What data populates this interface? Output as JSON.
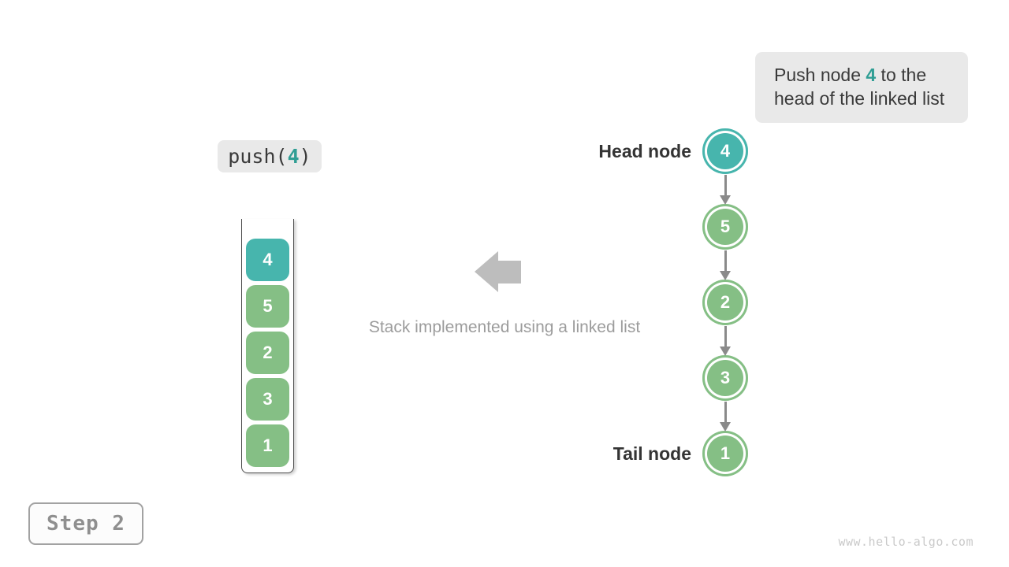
{
  "colors": {
    "teal": "#47b5ad",
    "green": "#85bf85",
    "teal-text": "#2f9e94",
    "arrow": "#8a8a8a",
    "big-arrow": "#bdbdbd",
    "chip-bg": "#e9e9e9",
    "dark-text": "#3a3a3a",
    "muted-text": "#9c9c9c"
  },
  "note": {
    "line1_pre": "Push node ",
    "line1_num": "4",
    "line1_post": " to the",
    "line2": "head of the linked list"
  },
  "code": {
    "pre": "push(",
    "num": "4",
    "post": ")"
  },
  "stack": {
    "items": [
      {
        "value": "4",
        "variant": "teal"
      },
      {
        "value": "5",
        "variant": "green"
      },
      {
        "value": "2",
        "variant": "green"
      },
      {
        "value": "3",
        "variant": "green"
      },
      {
        "value": "1",
        "variant": "green"
      }
    ]
  },
  "caption": "Stack implemented using a linked list",
  "linked_list": {
    "head_label": "Head node",
    "tail_label": "Tail node",
    "nodes": [
      {
        "value": "4",
        "variant": "teal"
      },
      {
        "value": "5",
        "variant": "green"
      },
      {
        "value": "2",
        "variant": "green"
      },
      {
        "value": "3",
        "variant": "green"
      },
      {
        "value": "1",
        "variant": "green"
      }
    ]
  },
  "step_label": "Step 2",
  "watermark": "www.hello-algo.com"
}
